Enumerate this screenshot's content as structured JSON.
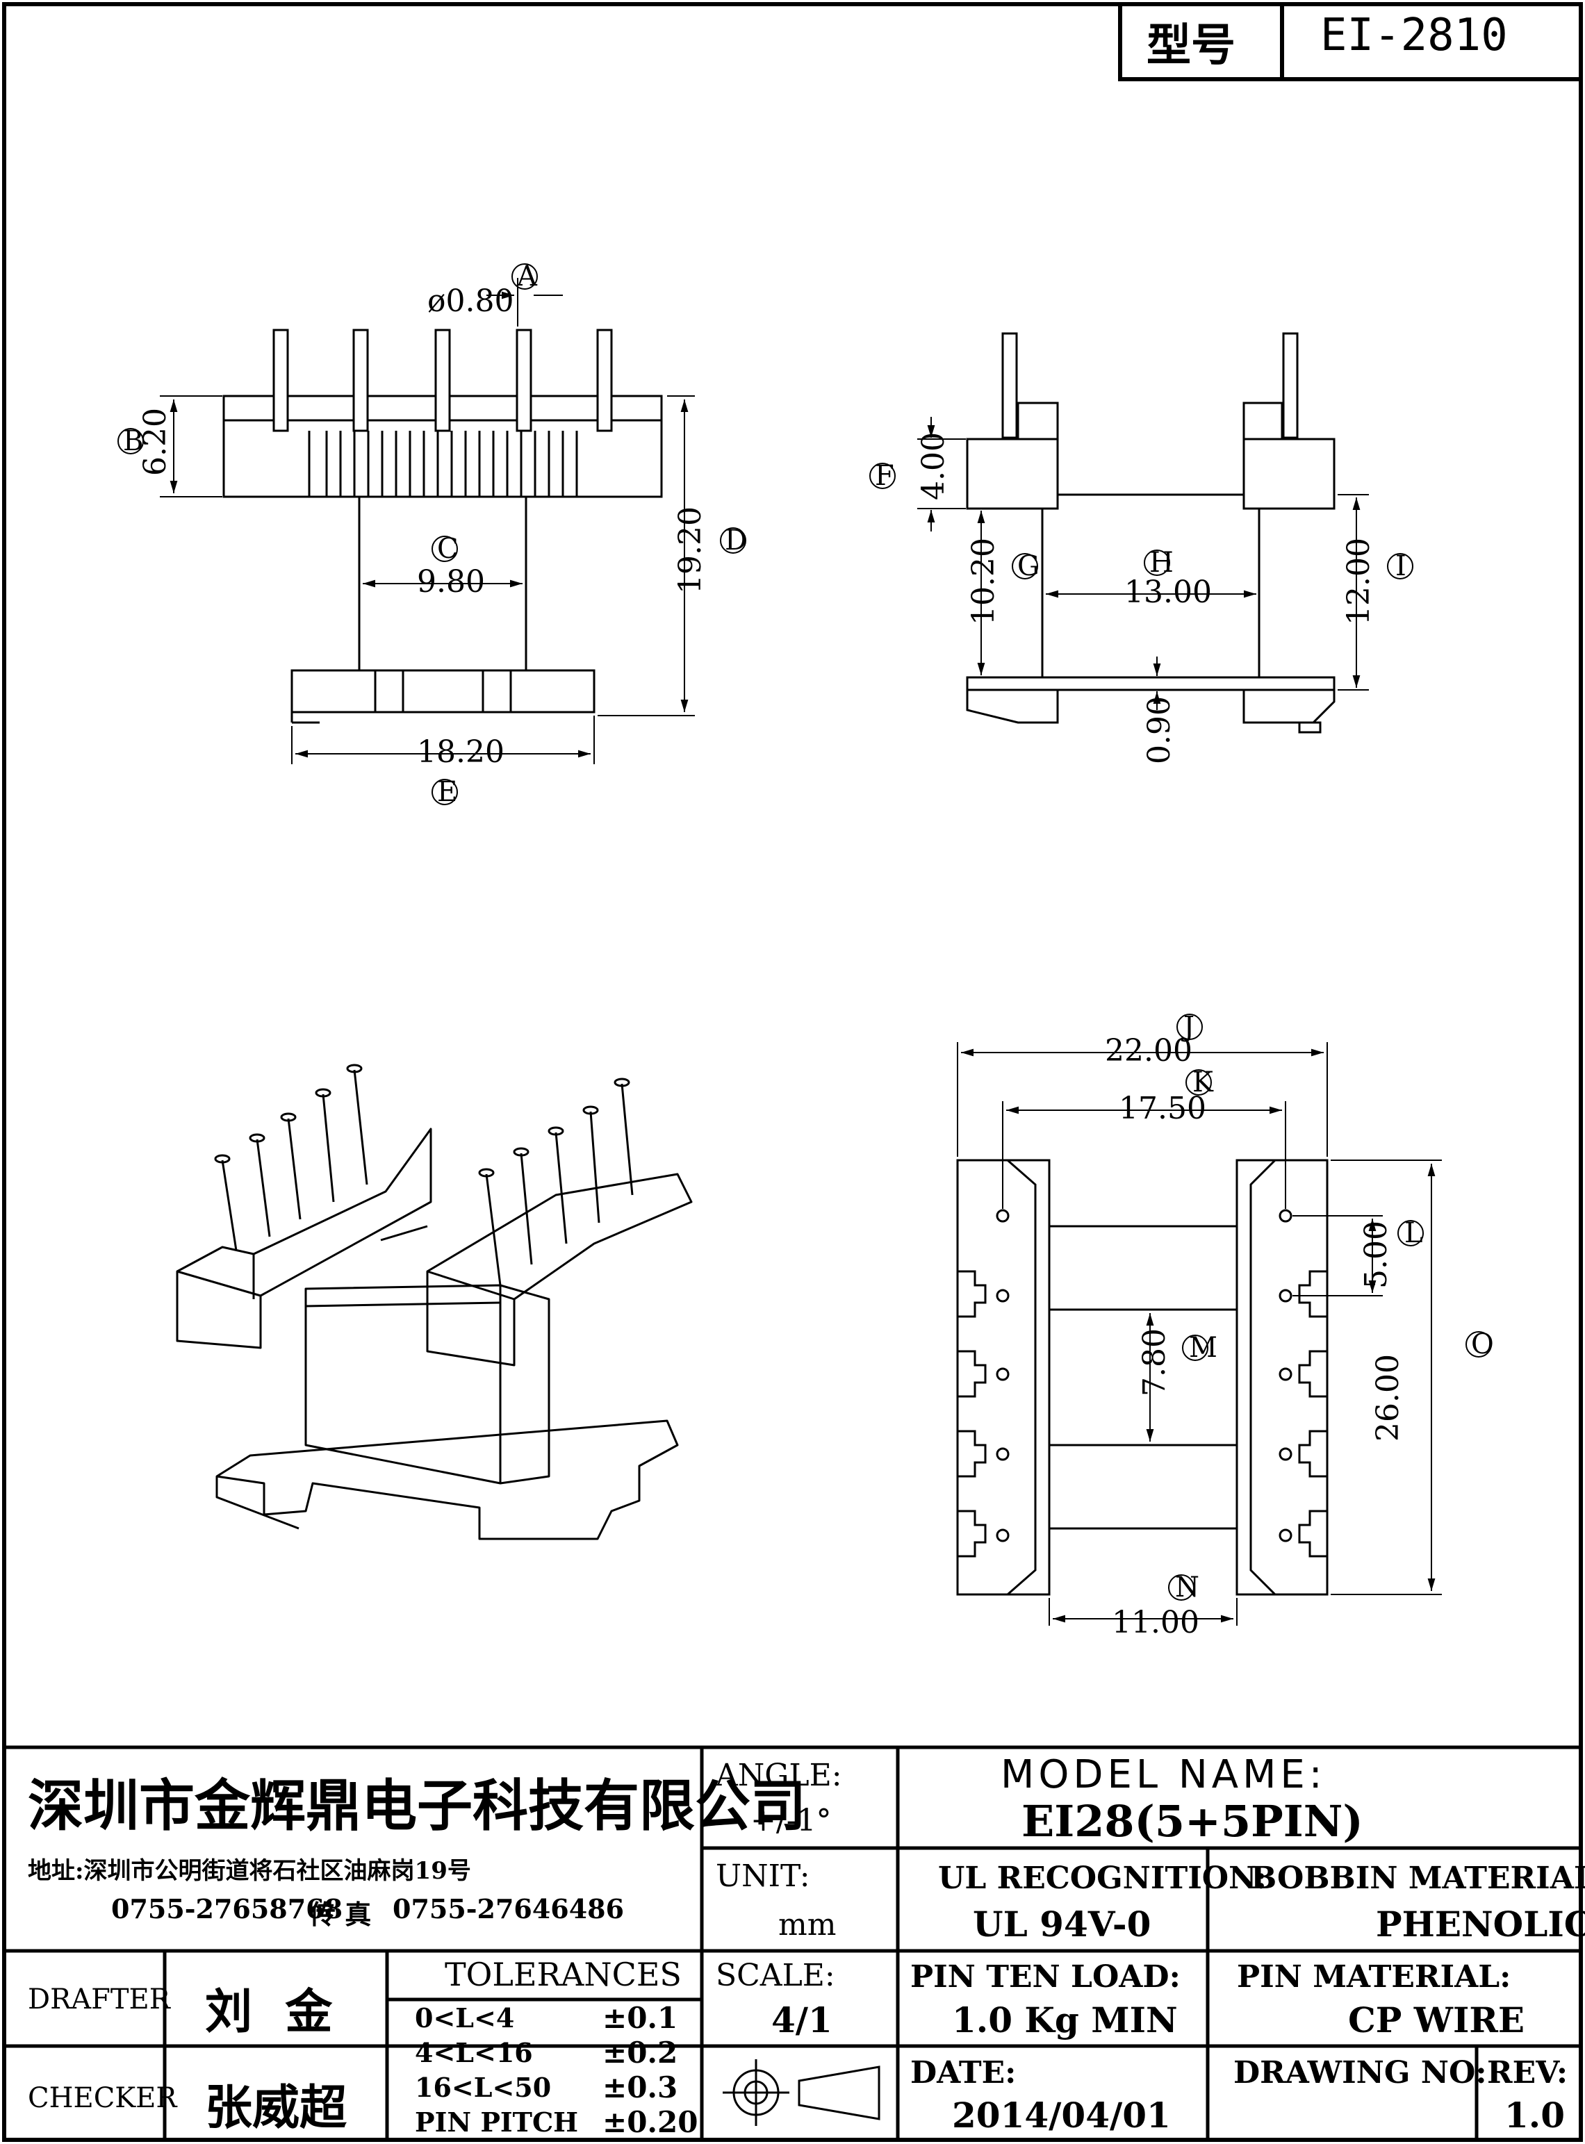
{
  "header": {
    "type_label": "型号",
    "type_value": "EI-2810"
  },
  "dimensions": {
    "A": {
      "label": "A",
      "value": "ø0.80"
    },
    "B": {
      "label": "B",
      "value": "6.20"
    },
    "C": {
      "label": "C",
      "value": "9.80"
    },
    "D": {
      "label": "D",
      "value": "19.20"
    },
    "E": {
      "label": "E",
      "value": "18.20"
    },
    "F": {
      "label": "F",
      "value": "4.00"
    },
    "G": {
      "label": "G",
      "value": "10.20"
    },
    "H": {
      "label": "H",
      "value": "13.00"
    },
    "I": {
      "label": "I",
      "value": "12.00"
    },
    "base_gap": {
      "value": "0.90"
    },
    "J": {
      "label": "J",
      "value": "22.00"
    },
    "K": {
      "label": "K",
      "value": "17.50"
    },
    "L": {
      "label": "L",
      "value": "5.00"
    },
    "M": {
      "label": "M",
      "value": "7.80"
    },
    "N": {
      "label": "N",
      "value": "11.00"
    },
    "O": {
      "label": "O",
      "value": "26.00"
    }
  },
  "title_block": {
    "company": "深圳市金辉鼎电子科技有限公司",
    "address": "地址:深圳市公明街道将石社区油麻岗19号",
    "phone": "0755-27658768",
    "fax_label": "传 真",
    "fax": "0755-27646486",
    "angle_label": "ANGLE:",
    "angle_value": "+/-1°",
    "unit_label": "UNIT:",
    "unit_value": "mm",
    "scale_label": "SCALE:",
    "scale_value": "4/1",
    "model_name_label": "MODEL NAME:",
    "model_name_value": "EI28(5+5PIN)",
    "ul_label": "UL RECOGNITION:",
    "ul_value": "UL 94V-0",
    "bobbin_label": "BOBBIN MATERIAL:",
    "bobbin_value": "PHENOLIC",
    "pin_load_label": "PIN TEN LOAD:",
    "pin_load_value": "1.0 Kg MIN",
    "pin_material_label": "PIN MATERIAL:",
    "pin_material_value": "CP WIRE",
    "date_label": "DATE:",
    "date_value": "2014/04/01",
    "drawing_no_label": "DRAWING NO:",
    "drawing_no_value": "",
    "rev_label": "REV:",
    "rev_value": "1.0",
    "drafter_label": "DRAFTER",
    "drafter_name": "刘  金",
    "checker_label": "CHECKER",
    "checker_name": "张威超",
    "tolerances_label": "TOLERANCES",
    "tolerances": [
      {
        "range": "0<L<4",
        "value": "±0.1"
      },
      {
        "range": "4<L<16",
        "value": "±0.2"
      },
      {
        "range": "16<L<50",
        "value": "±0.3"
      },
      {
        "range": "PIN PITCH",
        "value": "±0.20"
      }
    ]
  }
}
